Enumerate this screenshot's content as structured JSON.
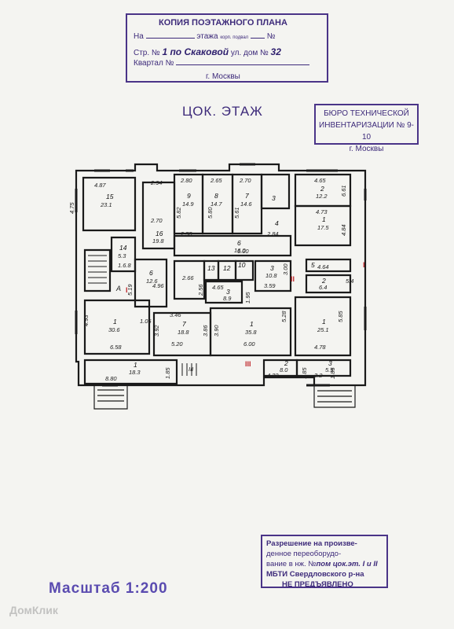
{
  "copy_stamp": {
    "title": "КОПИЯ ПОЭТАЖНОГО ПЛАНА",
    "line1_prefix": "На",
    "line1_mid": "этажа",
    "line1_small": "корп. подвал",
    "line1_no": "№",
    "line2_prefix": "Стр. №",
    "line2_hand_street": "1 по Скаковой",
    "line2_mid": "ул. дом №",
    "line2_hand_house": "32",
    "line3_prefix": "Квартал №",
    "line4_city": "г. Москвы"
  },
  "floor_title": "ЦОК. ЭТАЖ",
  "bti_stamp": {
    "line1": "БЮРО ТЕХНИЧЕСКОЙ",
    "line2": "ИНВЕНТАРИЗАЦИИ № 9-10",
    "line3": "г. Москвы"
  },
  "rooms": [
    {
      "n": "15",
      "area": "23.1"
    },
    {
      "n": "9",
      "area": "14.9"
    },
    {
      "n": "8",
      "area": "14.7"
    },
    {
      "n": "7",
      "area": "14.6"
    },
    {
      "n": "3",
      "area": ""
    },
    {
      "n": "2",
      "area": "12.2"
    },
    {
      "n": "1",
      "area": "17.5"
    },
    {
      "n": "16",
      "area": "19.8"
    },
    {
      "n": "4",
      "area": ""
    },
    {
      "n": "14",
      "area": "5.3"
    },
    {
      "n": "6",
      "area": "16.0"
    },
    {
      "n": "6",
      "area": "12.6"
    },
    {
      "n": "1",
      "area": "30.6"
    },
    {
      "n": "7",
      "area": "18.8"
    },
    {
      "n": "1",
      "area": "35.8"
    },
    {
      "n": "1",
      "area": "25.1"
    },
    {
      "n": "1",
      "area": "18.3"
    },
    {
      "n": "2",
      "area": "8.0"
    },
    {
      "n": "3",
      "area": "5.9"
    },
    {
      "n": "3",
      "area": "8.9"
    },
    {
      "n": "3",
      "area": "10.8"
    },
    {
      "n": "2",
      "area": "6.4"
    },
    {
      "n": "5",
      "area": ""
    },
    {
      "n": "13",
      "area": ""
    },
    {
      "n": "12",
      "area": ""
    },
    {
      "n": "10",
      "area": ""
    }
  ],
  "dims": [
    "4.87",
    "4.75",
    "2.94",
    "2.80",
    "2.65",
    "2.70",
    "4.65",
    "6.61",
    "4.73",
    "4.84",
    "5.82",
    "5.80",
    "5.61",
    "2.58",
    "2.70",
    "2.84",
    "1.6.8",
    "6.00",
    "4.96",
    "5.19",
    "4.93",
    "6.58",
    "1.05",
    "3.46",
    "5.20",
    "3.92",
    "3.86",
    "3.90",
    "6.00",
    "5.28",
    "5.85",
    "4.78",
    "3.00",
    "3.59",
    "1.95",
    "4.65",
    "2.66",
    "8.80",
    "1.85",
    "4.32",
    "1.85",
    "3.2",
    "1.85",
    "2.56",
    "5.4",
    "4.64"
  ],
  "axis_marks": {
    "a": "A",
    "I": "I",
    "II": "II",
    "III": "III"
  },
  "permit_stamp": {
    "line1": "Разрешение на произве-",
    "line2": "денное переоборудо-",
    "line3_prefix": "вание в нж. №",
    "line3_hand": "пом цок.эт. I и II",
    "line4": "МБТИ Свердловского р-на",
    "line5": "НЕ ПРЕДЪЯВЛЕНО"
  },
  "scale": "Масштаб 1:200",
  "watermark": "ДомКлик"
}
